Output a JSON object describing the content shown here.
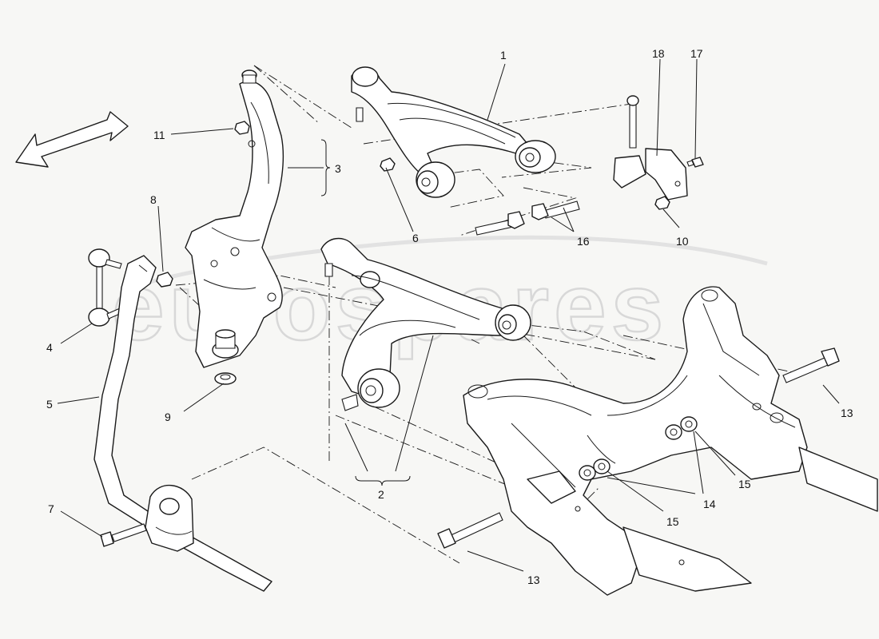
{
  "watermark": "eurospares",
  "callouts": {
    "c1": "1",
    "c2": "2",
    "c3": "3",
    "c4": "4",
    "c5": "5",
    "c6": "6",
    "c7": "7",
    "c8": "8",
    "c9": "9",
    "c10": "10",
    "c11": "11",
    "c13a": "13",
    "c13b": "13",
    "c14": "14",
    "c15a": "15",
    "c15b": "15",
    "c16": "16",
    "c17": "17",
    "c18": "18"
  },
  "icons": {
    "direction": "front-direction-arrow-icon"
  }
}
